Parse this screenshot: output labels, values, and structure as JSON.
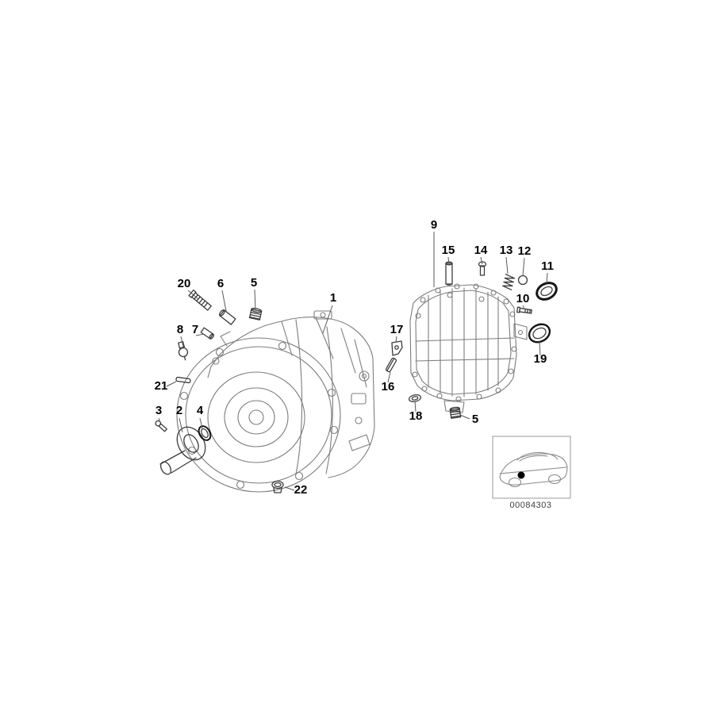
{
  "diagram": {
    "image_code": "00084303",
    "colors": {
      "housing_line": "#7d7d7d",
      "part_line": "#3c3c3c",
      "label": "#000000",
      "code_text": "#3f3f3f"
    },
    "callouts": [
      {
        "label": "20"
      },
      {
        "label": "6"
      },
      {
        "label": "5"
      },
      {
        "label": "1"
      },
      {
        "label": "9"
      },
      {
        "label": "15"
      },
      {
        "label": "14"
      },
      {
        "label": "13"
      },
      {
        "label": "12"
      },
      {
        "label": "11"
      },
      {
        "label": "10"
      },
      {
        "label": "19"
      },
      {
        "label": "17"
      },
      {
        "label": "16"
      },
      {
        "label": "18"
      },
      {
        "label": "5"
      },
      {
        "label": "8"
      },
      {
        "label": "7"
      },
      {
        "label": "21"
      },
      {
        "label": "3"
      },
      {
        "label": "2"
      },
      {
        "label": "4"
      },
      {
        "label": "22"
      }
    ]
  }
}
